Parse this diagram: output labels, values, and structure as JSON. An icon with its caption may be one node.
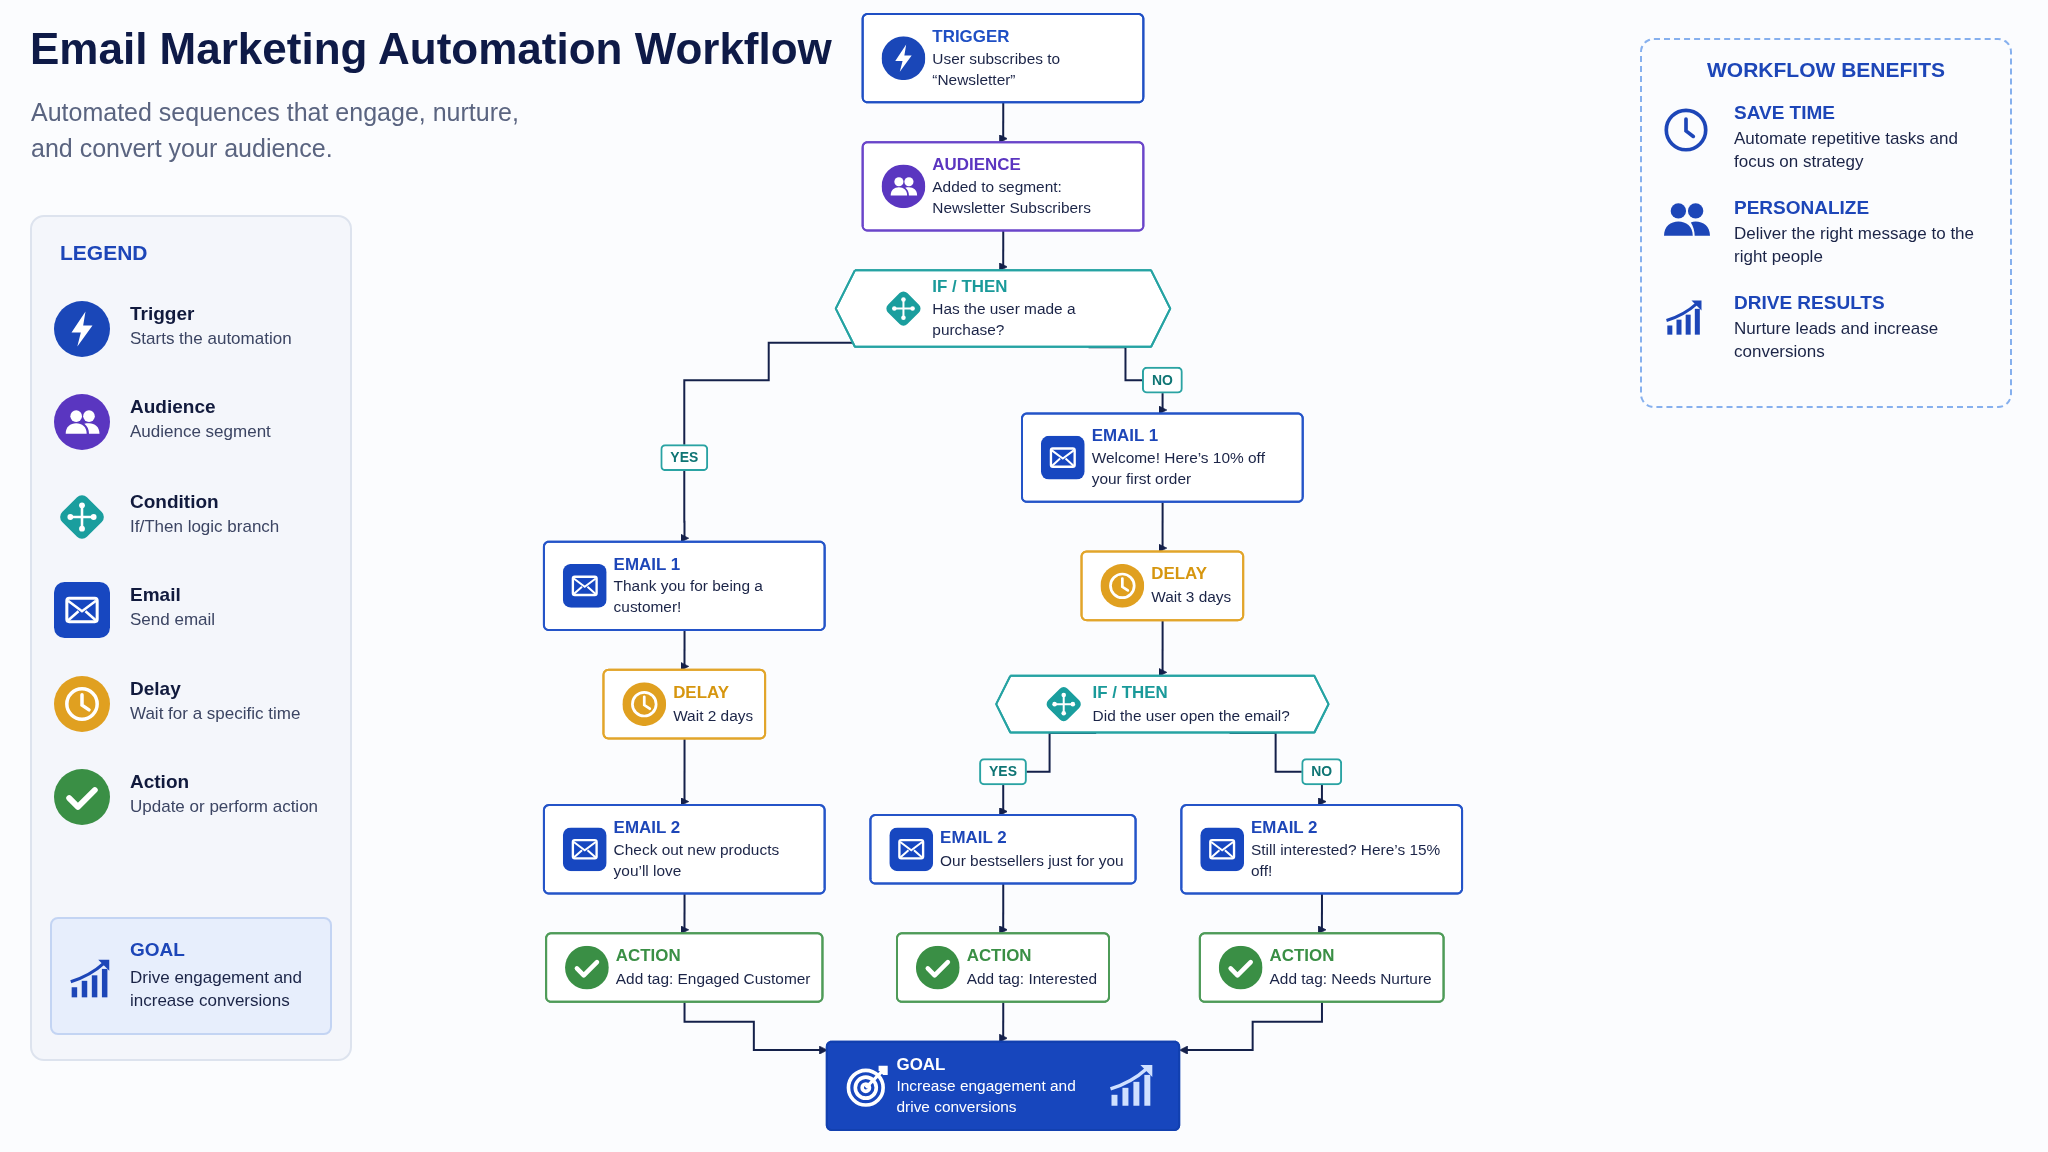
{
  "diagram": {
    "title": "Email Marketing Automation Workflow",
    "nodes": [
      {
        "text": [
          "TRIGGER",
          "User subscribes to “Newsletter”"
        ]
      },
      {
        "text": [
          "AUDIENCE",
          "Added to segment: Newsletter Subscribers"
        ]
      },
      {
        "text": [
          "IF / THEN",
          "Has the user made a purchase?"
        ]
      },
      {
        "text": [
          "EMAIL 1",
          "Thank you for being a customer!"
        ]
      },
      {
        "text": [
          "DELAY",
          "Wait 2 days"
        ]
      },
      {
        "text": [
          "EMAIL 2",
          "Check out new products you’ll love"
        ]
      },
      {
        "text": [
          "ACTION",
          "Add tag: Engaged Customer"
        ]
      },
      {
        "text": [
          "EMAIL 1",
          "Welcome! Here’s 10% off your first order"
        ]
      },
      {
        "text": [
          "DELAY",
          "Wait 3 days"
        ]
      },
      {
        "text": [
          "IF / THEN",
          "Did the user open the email?"
        ]
      },
      {
        "text": [
          "EMAIL 2",
          "Our bestsellers just for you"
        ]
      },
      {
        "text": [
          "ACTION",
          "Add tag: Interested"
        ]
      },
      {
        "text": [
          "EMAIL 2",
          "Still interested? Here’s 15% off!"
        ]
      },
      {
        "text": [
          "ACTION",
          "Add tag: Needs Nurture"
        ]
      },
      {
        "text": [
          "GOAL",
          "Increase engagement and drive conversions"
        ]
      }
    ],
    "edges": [
      {
        "from": 0,
        "to": 1,
        "arrow": "to"
      },
      {
        "from": 1,
        "to": 2,
        "arrow": "to"
      },
      {
        "from": 2,
        "to": 3,
        "label": "YES",
        "arrow": "to"
      },
      {
        "from": 2,
        "to": 7,
        "label": "NO",
        "arrow": "to"
      },
      {
        "from": 3,
        "to": 4,
        "arrow": "to"
      },
      {
        "from": 4,
        "to": 5,
        "arrow": "to"
      },
      {
        "from": 5,
        "to": 6,
        "arrow": "to"
      },
      {
        "from": 7,
        "to": 8,
        "arrow": "to"
      },
      {
        "from": 8,
        "to": 9,
        "arrow": "to"
      },
      {
        "from": 9,
        "to": 10,
        "label": "YES",
        "arrow": "to"
      },
      {
        "from": 9,
        "to": 12,
        "label": "NO",
        "arrow": "to"
      },
      {
        "from": 10,
        "to": 11,
        "arrow": "to"
      },
      {
        "from": 12,
        "to": 13,
        "arrow": "to"
      },
      {
        "from": 6,
        "to": 14,
        "arrow": "to"
      },
      {
        "from": 11,
        "to": 14,
        "arrow": "to"
      },
      {
        "from": 13,
        "to": 14,
        "arrow": "to"
      }
    ],
    "labels": [
      "Automated sequences that engage, nurture, and convert your audience.",
      "LEGEND",
      "Starts the automation",
      "Audience segment",
      "If/Then logic branch",
      "Send email",
      "Wait for a specific time",
      "Update or perform action",
      "GOAL",
      "Drive engagement and increase conversions",
      "WORKFLOW BENEFITS",
      "SAVE TIME",
      "Automate repetitive tasks and focus on strategy",
      "PERSONALIZE",
      "Deliver the right message to the right people",
      "DRIVE RESULTS",
      "Nurture leads and increase conversions"
    ],
    "legend": [
      {
        "text": "Trigger"
      },
      {
        "text": "Audience"
      },
      {
        "text": "Condition"
      },
      {
        "text": "Email"
      },
      {
        "text": "Delay"
      },
      {
        "text": "Action"
      }
    ]
  }
}
